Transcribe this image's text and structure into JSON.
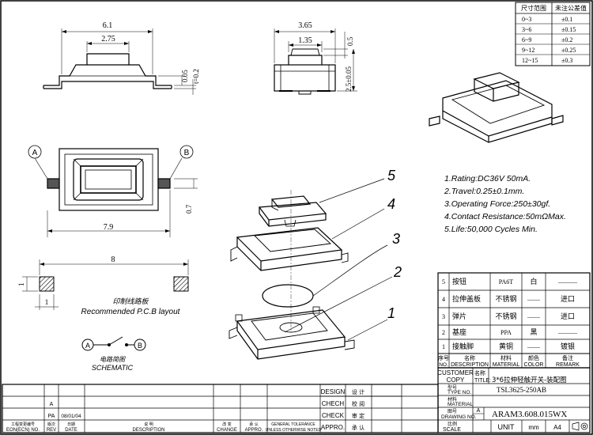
{
  "tolerance_table": {
    "headers": [
      "尺寸范围",
      "未注公差值"
    ],
    "rows": [
      [
        "0~3",
        "±0.1"
      ],
      [
        "3~6",
        "±0.15"
      ],
      [
        "6~9",
        "±0.2"
      ],
      [
        "9~12",
        "±0.25"
      ],
      [
        "12~15",
        "±0.3"
      ]
    ]
  },
  "dimensions": {
    "body_width": "6.1",
    "cap_width": "2.75",
    "lead_offset": "0.05",
    "lead_thickness": "t=0.2",
    "side_width": "3.65",
    "side_cap_width": "1.35",
    "side_cap_height": "0.5",
    "side_height": "2.5±0.05",
    "overall_length": "7.9",
    "lead_width": "0.7",
    "pcb_span": "8",
    "pcb_pad_h": "1",
    "pcb_pad_w": "1"
  },
  "labels": {
    "point_a": "A",
    "point_b": "B",
    "pcb_cn": "印制线路板",
    "pcb_en": "Recommended P.C.B layout",
    "schematic_cn": "电路简图",
    "schematic_en": "SCHEMATIC"
  },
  "specs": [
    "1.Rating:DC36V 50mA.",
    "2.Travel:0.25±0.1mm.",
    "3.Operating Force:250±30gf.",
    "4.Contact Resistance:50mΩMax.",
    "5.Life:50,000 Cycles Min."
  ],
  "balloons": [
    "5",
    "4",
    "3",
    "2",
    "1"
  ],
  "bom": {
    "rows": [
      {
        "no": "5",
        "desc": "按钮",
        "material": "PA6T",
        "color": "白",
        "remark": "———"
      },
      {
        "no": "4",
        "desc": "拉伸盖板",
        "material": "不锈钢",
        "color": "——",
        "remark": "进口"
      },
      {
        "no": "3",
        "desc": "弹片",
        "material": "不锈钢",
        "color": "——",
        "remark": "进口"
      },
      {
        "no": "2",
        "desc": "基座",
        "material": "PPA",
        "color": "黑",
        "remark": "———"
      },
      {
        "no": "1",
        "desc": "接触脚",
        "material": "黄铜",
        "color": "——",
        "remark": "镀银"
      }
    ],
    "header_cn": [
      "序号",
      "名称",
      "材料",
      "颜色",
      "备注"
    ],
    "header_en": [
      "NO.",
      "DESCRIPTION",
      "MATERIAL",
      "COLOR",
      "REMARK"
    ]
  },
  "title_block": {
    "customer_label": "CUSTOMER",
    "copy_label": "COPY",
    "title_cn": "名称",
    "title_label": "TITLE:",
    "title_value": "3*6拉伸轻触开关-装配图",
    "type_cn": "型号",
    "type_label": "TYPE NO.",
    "type_value": "TSL3625-250AB",
    "material_cn": "材料",
    "material_label": "MATERIAL",
    "drawing_cn": "图号",
    "drawing_label": "DRAWING NO.",
    "size_letter": "A",
    "drawing_value": "ARAM3.608.015WX",
    "scale_cn": "比例",
    "scale_label": "SCALE",
    "unit_label": "UNIT",
    "unit_value": "mm",
    "sheet_size": "A4",
    "design_label": "DESIGN",
    "design_cn": "设 计",
    "check_label": "CHECH",
    "check_cn": "校 阅",
    "check2_label": "CHECK",
    "check2_cn": "审 定",
    "approve_label": "APPRO.",
    "approve_cn": "承 认",
    "rev_a": "A",
    "rev_pa": "PA",
    "rev_date": "08/01/04",
    "footer_eon_cn": "工程变更编号",
    "footer_eon": "EON(ECN) NO.",
    "footer_rev_cn": "版次",
    "footer_rev": "REV",
    "footer_date_cn": "日期",
    "footer_date": "DATE",
    "footer_desc_cn": "说 明",
    "footer_desc": "DESCRIPTION",
    "footer_change_cn": "改 变",
    "footer_change": "CHANGE",
    "footer_appro_cn": "承 认",
    "footer_appro": "APPRO.",
    "footer_gt1": "GENERAL TOLERANCE",
    "footer_gt2": "UNLESS OTHERWISE NOTED"
  }
}
